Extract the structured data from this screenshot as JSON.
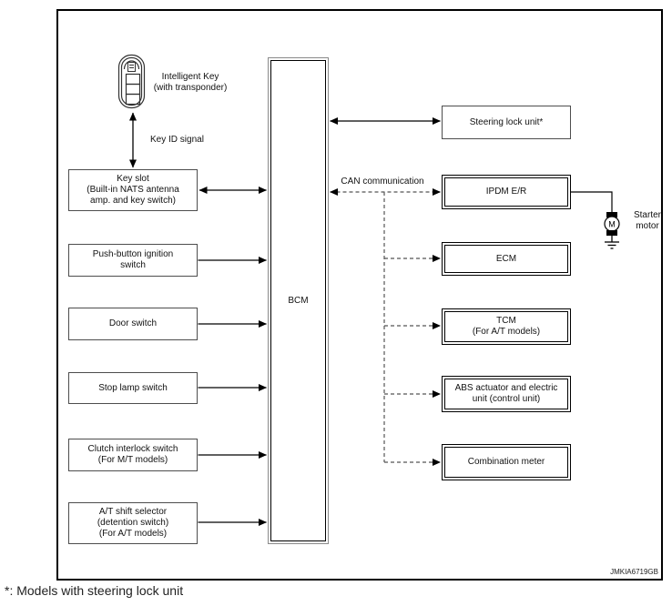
{
  "figure": {
    "footnote": "*: Models with steering lock unit",
    "figure_id": "JMKIA6719GB",
    "colors": {
      "line": "#000000",
      "dashed_line": "#555555",
      "box_bg": "#ffffff",
      "background": "#ffffff"
    }
  },
  "labels": {
    "can_communication": "CAN communication",
    "key_id_signal": "Key ID signal",
    "starter_motor": {
      "lines": [
        "Starter",
        "motor"
      ],
      "symbol": "M"
    }
  },
  "nodes": {
    "intelligent_key": {
      "lines": [
        "Intelligent Key",
        "(with transponder)"
      ]
    },
    "key_slot": {
      "lines": [
        "Key slot",
        "(Built-in NATS antenna",
        "amp. and key switch)"
      ]
    },
    "push_button_ignition": {
      "lines": [
        "Push-button ignition",
        "switch"
      ]
    },
    "door_switch": {
      "lines": [
        "Door switch"
      ]
    },
    "stop_lamp_switch": {
      "lines": [
        "Stop lamp switch"
      ]
    },
    "clutch_interlock": {
      "lines": [
        "Clutch interlock switch",
        "(For M/T models)"
      ]
    },
    "at_shift_selector": {
      "lines": [
        "A/T shift selector",
        "(detention switch)",
        "(For A/T models)"
      ]
    },
    "bcm": {
      "label": "BCM"
    },
    "steering_lock_unit": {
      "lines": [
        "Steering lock unit*"
      ]
    },
    "ipdm": {
      "lines": [
        "IPDM E/R"
      ]
    },
    "ecm": {
      "lines": [
        "ECM"
      ]
    },
    "tcm": {
      "lines": [
        "TCM",
        "(For A/T models)"
      ]
    },
    "abs_unit": {
      "lines": [
        "ABS actuator and electric",
        "unit (control unit)"
      ]
    },
    "combination_meter": {
      "lines": [
        "Combination meter"
      ]
    }
  },
  "connections": [
    {
      "from": "intelligent_key",
      "to": "key_slot",
      "style": "solid",
      "arrows": "both",
      "label": "Key ID signal"
    },
    {
      "from": "key_slot",
      "to": "bcm",
      "style": "solid",
      "arrows": "both"
    },
    {
      "from": "push_button_ignition",
      "to": "bcm",
      "style": "solid",
      "arrows": "to"
    },
    {
      "from": "door_switch",
      "to": "bcm",
      "style": "solid",
      "arrows": "to"
    },
    {
      "from": "stop_lamp_switch",
      "to": "bcm",
      "style": "solid",
      "arrows": "to"
    },
    {
      "from": "clutch_interlock",
      "to": "bcm",
      "style": "solid",
      "arrows": "to"
    },
    {
      "from": "at_shift_selector",
      "to": "bcm",
      "style": "solid",
      "arrows": "to"
    },
    {
      "from": "bcm",
      "to": "steering_lock_unit",
      "style": "solid",
      "arrows": "both"
    },
    {
      "from": "bcm",
      "to": "ipdm",
      "style": "dashed",
      "arrows": "both",
      "label": "CAN communication"
    },
    {
      "from": "bcm",
      "to": "ecm",
      "style": "dashed",
      "arrows": "to"
    },
    {
      "from": "bcm",
      "to": "tcm",
      "style": "dashed",
      "arrows": "to"
    },
    {
      "from": "bcm",
      "to": "abs_unit",
      "style": "dashed",
      "arrows": "to"
    },
    {
      "from": "bcm",
      "to": "combination_meter",
      "style": "dashed",
      "arrows": "to"
    },
    {
      "from": "ipdm",
      "to": "starter_motor",
      "style": "solid",
      "arrows": "none"
    }
  ]
}
